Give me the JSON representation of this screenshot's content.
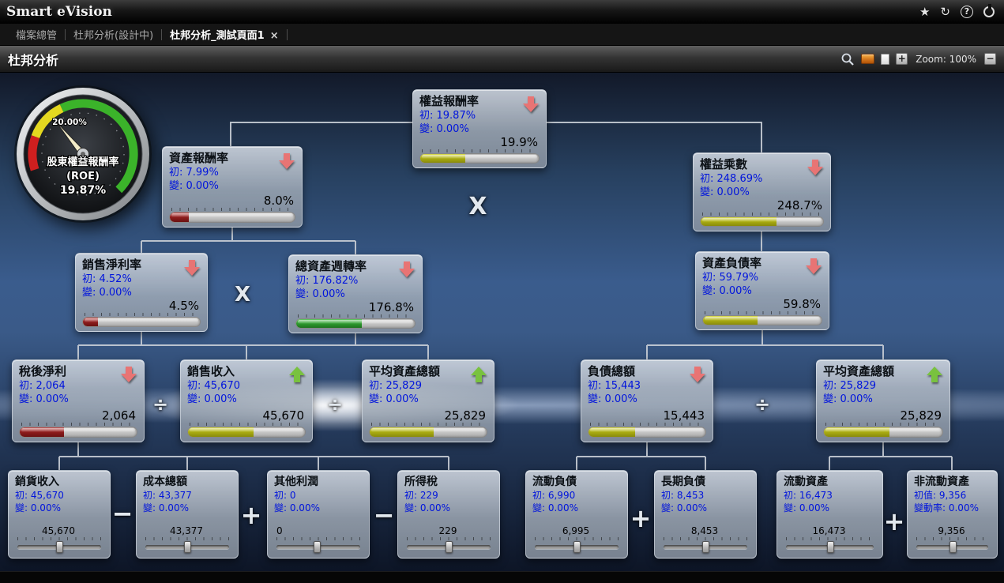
{
  "titlebar": {
    "app_title": "Smart eVision",
    "icons": [
      "favorites-star-icon",
      "refresh-icon",
      "help-icon",
      "power-icon"
    ]
  },
  "tabbar": {
    "tabs": [
      {
        "label": "檔案總管",
        "active": false
      },
      {
        "label": "杜邦分析(設計中)",
        "active": false
      },
      {
        "label": "杜邦分析_測試頁面1",
        "active": true,
        "close": "×"
      }
    ]
  },
  "pageheader": {
    "title": "杜邦分析",
    "icons": [
      "zoom-area-icon",
      "presentation-icon",
      "document-icon"
    ],
    "zoom": {
      "plus": "+",
      "label": "Zoom: 100%",
      "minus": "−"
    }
  },
  "gauge": {
    "tick_label": "20.00%",
    "title": "股東權益報酬率",
    "subtitle": "(ROE)",
    "value": "19.87%"
  },
  "colors": {
    "trend_down": "#e87474",
    "trend_up": "#79c23f",
    "bar_red": "#8e1d1d",
    "bar_green": "#2f9a2f",
    "bar_yellow": "#aaac12",
    "init_text_blue": "#0014dd"
  },
  "nodes": [
    {
      "id": "roe",
      "title": "權益報酬率",
      "trend": "down",
      "init_label": "初:",
      "init": "19.87%",
      "chg_label": "變:",
      "chg": "0.00%",
      "value": "19.9%",
      "kind": "bar",
      "pct": 38,
      "color": "yellow"
    },
    {
      "id": "roa",
      "title": "資產報酬率",
      "trend": "down",
      "init_label": "初:",
      "init": "7.99%",
      "chg_label": "變:",
      "chg": "0.00%",
      "value": "8.0%",
      "kind": "bar",
      "pct": 15,
      "color": "red"
    },
    {
      "id": "em",
      "title": "權益乘數",
      "trend": "down",
      "init_label": "初:",
      "init": "248.69%",
      "chg_label": "變:",
      "chg": "0.00%",
      "value": "248.7%",
      "kind": "bar",
      "pct": 62,
      "color": "yellow"
    },
    {
      "id": "npm",
      "title": "銷售淨利率",
      "trend": "down",
      "init_label": "初:",
      "init": "4.52%",
      "chg_label": "變:",
      "chg": "0.00%",
      "value": "4.5%",
      "kind": "bar",
      "pct": 13,
      "color": "red"
    },
    {
      "id": "ato",
      "title": "總資產週轉率",
      "trend": "down",
      "init_label": "初:",
      "init": "176.82%",
      "chg_label": "變:",
      "chg": "0.00%",
      "value": "176.8%",
      "kind": "bar",
      "pct": 55,
      "color": "green"
    },
    {
      "id": "dr",
      "title": "資產負債率",
      "trend": "down",
      "init_label": "初:",
      "init": "59.79%",
      "chg_label": "變:",
      "chg": "0.00%",
      "value": "59.8%",
      "kind": "bar",
      "pct": 46,
      "color": "yellow"
    },
    {
      "id": "ni",
      "title": "稅後淨利",
      "trend": "down",
      "init_label": "初:",
      "init": "2,064",
      "chg_label": "變:",
      "chg": "0.00%",
      "value": "2,064",
      "kind": "bar",
      "pct": 38,
      "color": "red"
    },
    {
      "id": "sr",
      "title": "銷售收入",
      "trend": "up",
      "init_label": "初:",
      "init": "45,670",
      "chg_label": "變:",
      "chg": "0.00%",
      "value": "45,670",
      "kind": "bar",
      "pct": 56,
      "color": "yellow"
    },
    {
      "id": "atal",
      "title": "平均資產總額",
      "trend": "up",
      "init_label": "初:",
      "init": "25,829",
      "chg_label": "變:",
      "chg": "0.00%",
      "value": "25,829",
      "kind": "bar",
      "pct": 55,
      "color": "yellow"
    },
    {
      "id": "tl",
      "title": "負債總額",
      "trend": "down",
      "init_label": "初:",
      "init": "15,443",
      "chg_label": "變:",
      "chg": "0.00%",
      "value": "15,443",
      "kind": "bar",
      "pct": 40,
      "color": "yellow"
    },
    {
      "id": "atar",
      "title": "平均資產總額",
      "trend": "up",
      "init_label": "初:",
      "init": "25,829",
      "chg_label": "變:",
      "chg": "0.00%",
      "value": "25,829",
      "kind": "bar",
      "pct": 55,
      "color": "yellow"
    },
    {
      "id": "si",
      "title": "銷貨收入",
      "init_label": "初:",
      "init": "45,670",
      "chg_label": "變:",
      "chg": "0.00%",
      "value": "45,670",
      "kind": "slider",
      "thumb": 50
    },
    {
      "id": "tc",
      "title": "成本總額",
      "init_label": "初:",
      "init": "43,377",
      "chg_label": "變:",
      "chg": "0.00%",
      "value": "43,377",
      "kind": "slider",
      "thumb": 50
    },
    {
      "id": "op",
      "title": "其他利潤",
      "init_label": "初:",
      "init": "0",
      "chg_label": "變:",
      "chg": "0.00%",
      "value": "0",
      "value_align": "left",
      "kind": "slider",
      "thumb": 48
    },
    {
      "id": "it",
      "title": "所得稅",
      "init_label": "初:",
      "init": "229",
      "chg_label": "變:",
      "chg": "0.00%",
      "value": "229",
      "kind": "slider",
      "thumb": 50
    },
    {
      "id": "cl",
      "title": "流動負債",
      "init_label": "初:",
      "init": "6,990",
      "chg_label": "變:",
      "chg": "0.00%",
      "value": "6,995",
      "kind": "slider",
      "thumb": 50
    },
    {
      "id": "ltl",
      "title": "長期負債",
      "init_label": "初:",
      "init": "8,453",
      "chg_label": "變:",
      "chg": "0.00%",
      "value": "8,453",
      "kind": "slider",
      "thumb": 50
    },
    {
      "id": "ca",
      "title": "流動資產",
      "init_label": "初:",
      "init": "16,473",
      "chg_label": "變:",
      "chg": "0.00%",
      "value": "16,473",
      "kind": "slider",
      "thumb": 50
    },
    {
      "id": "nca",
      "title": "非流動資產",
      "init_label": "初值:",
      "init": "9,356",
      "chg_label": "變動率:",
      "chg": "0.00%",
      "value": "9,356",
      "kind": "slider",
      "thumb": 50
    }
  ],
  "operators": [
    {
      "id": "x1",
      "symbol": "X"
    },
    {
      "id": "x2",
      "symbol": "X"
    },
    {
      "id": "div1",
      "symbol": "÷"
    },
    {
      "id": "div2",
      "symbol": "÷"
    },
    {
      "id": "div3",
      "symbol": "÷"
    },
    {
      "id": "minus1",
      "symbol": "−"
    },
    {
      "id": "plus1",
      "symbol": "+"
    },
    {
      "id": "minus2",
      "symbol": "−"
    },
    {
      "id": "plus2",
      "symbol": "+"
    },
    {
      "id": "plus3",
      "symbol": "+"
    }
  ]
}
